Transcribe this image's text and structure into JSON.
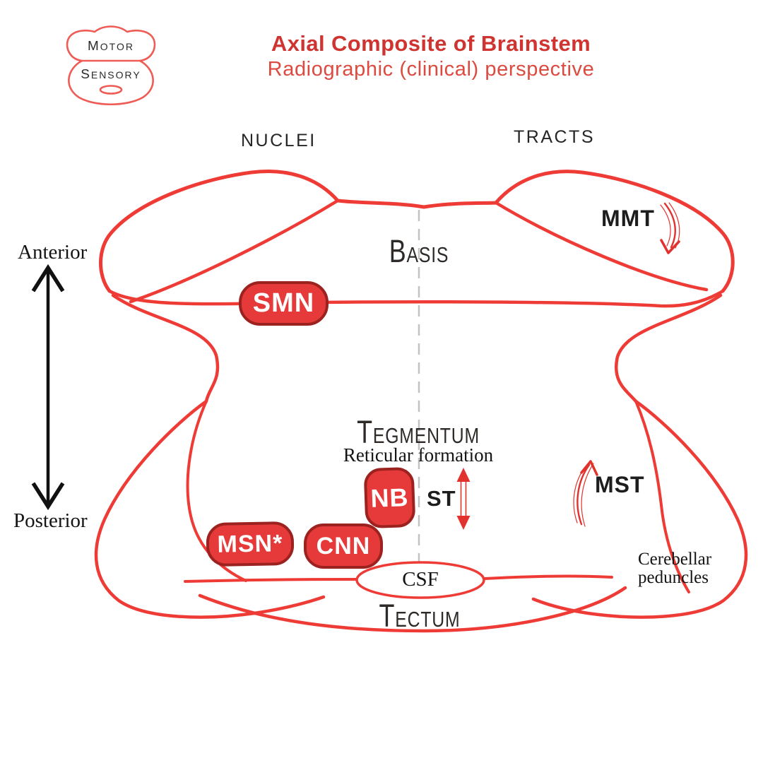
{
  "header": {
    "title": "Axial Composite of Brainstem",
    "subtitle": "Radiographic (clinical) perspective"
  },
  "mini_diagram": {
    "motor": "Motor",
    "sensory": "Sensory"
  },
  "columns": {
    "nuclei": "NUCLEI",
    "tracts": "TRACTS"
  },
  "axis": {
    "anterior": "Anterior",
    "posterior": "Posterior"
  },
  "regions": {
    "basis": "Basis",
    "tegmentum": "Tegmentum",
    "reticular_formation": "Reticular formation",
    "tectum": "Tectum",
    "csf": "CSF",
    "cerebellar_peduncles": [
      "Cerebellar",
      "peduncles"
    ]
  },
  "nuclei": {
    "smn": {
      "label": "SMN"
    },
    "nb": {
      "label": "NB"
    },
    "msn": {
      "label": "MSN*"
    },
    "cnn": {
      "label": "CNN"
    }
  },
  "tracts": {
    "mmt": {
      "label": "MMT",
      "direction": "descending"
    },
    "mst": {
      "label": "MST",
      "direction": "ascending"
    },
    "st": {
      "label": "ST",
      "direction": "bidirectional"
    }
  },
  "colors": {
    "outline_red": "#ee3b36",
    "nucleus_fill": "#e63a3a",
    "nucleus_border": "#9c2220",
    "title_red": "#cf3430",
    "subtitle_red": "#dc4a40",
    "ink_black": "#1d1d1d",
    "dash_gray": "#c2c2c2"
  }
}
